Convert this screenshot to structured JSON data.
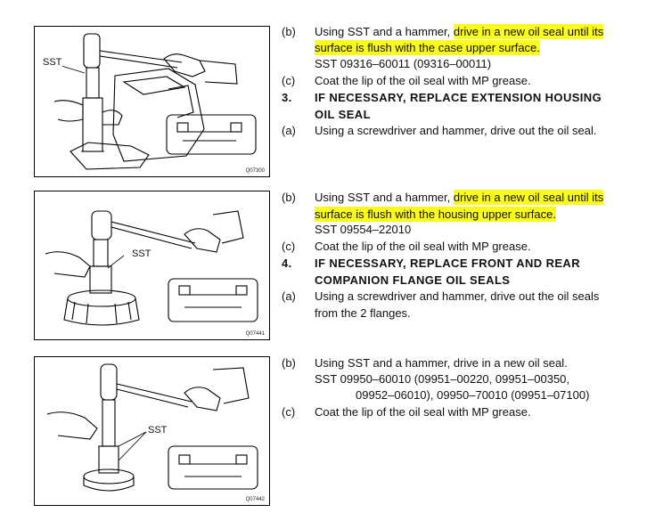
{
  "figures": [
    {
      "sst_label": "SST",
      "fig_id": "Q07300"
    },
    {
      "sst_label": "SST",
      "fig_id": "Q07441"
    },
    {
      "sst_label": "SST",
      "fig_id": "Q07442"
    }
  ],
  "section1": {
    "b_label": "(b)",
    "b_line1_plain": "Using SST and a hammer, ",
    "b_line1_hl": "drive in a new oil seal until its",
    "b_line2_hl": "surface is flush with the case upper surface.",
    "sst_line": "SST    09316–60011 (09316–00011)",
    "c_label": "(c)",
    "c_text": "Coat the lip of the oil seal with MP grease.",
    "step_num": "3.",
    "step_line1": "IF NECESSARY, REPLACE EXTENSION HOUSING",
    "step_line2": "OIL SEAL",
    "a_label": "(a)",
    "a_text": "Using a screwdriver and hammer, drive out the oil seal."
  },
  "section2": {
    "b_label": "(b)",
    "b_line1_plain": "Using SST and a hammer, ",
    "b_line1_hl": "drive in a new oil seal until its",
    "b_line2_hl": "surface is flush with the housing upper surface.",
    "sst_line": "SST    09554–22010",
    "c_label": "(c)",
    "c_text": "Coat the lip of the oil seal with MP grease.",
    "step_num": "4.",
    "step_line1": "IF NECESSARY, REPLACE FRONT AND REAR",
    "step_line2": "COMPANION FLANGE OIL SEALS",
    "a_label": "(a)",
    "a_line1": "Using a screwdriver and hammer, drive out the oil seals",
    "a_line2": "from the 2 flanges."
  },
  "section3": {
    "b_label": "(b)",
    "b_text": "Using SST and a hammer, drive in a new oil seal.",
    "sst_line1": "SST    09950–60010 (09951–00220, 09951–00350,",
    "sst_line2": "09952–06010), 09950–70010 (09951–07100)",
    "c_label": "(c)",
    "c_text": "Coat the lip of the oil seal with MP grease."
  },
  "colors": {
    "highlight": "#fbfb1c",
    "ink": "#111111"
  }
}
